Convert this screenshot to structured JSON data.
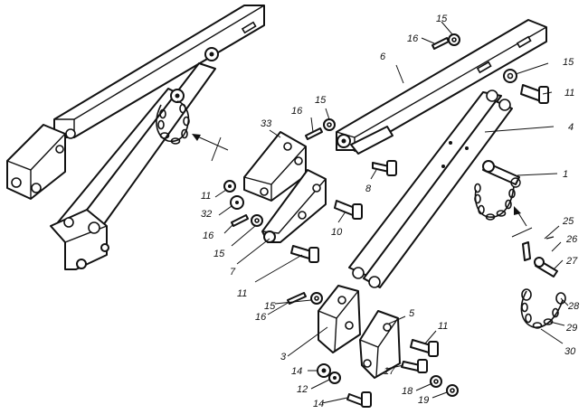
{
  "diagram": {
    "callouts": [
      {
        "id": "c1",
        "text": "1"
      },
      {
        "id": "c3",
        "text": "3"
      },
      {
        "id": "c4",
        "text": "4"
      },
      {
        "id": "c5",
        "text": "5"
      },
      {
        "id": "c6",
        "text": "6"
      },
      {
        "id": "c7",
        "text": "7"
      },
      {
        "id": "c8",
        "text": "8"
      },
      {
        "id": "c10",
        "text": "10"
      },
      {
        "id": "c11a",
        "text": "11"
      },
      {
        "id": "c11b",
        "text": "11"
      },
      {
        "id": "c11c",
        "text": "11"
      },
      {
        "id": "c11d",
        "text": "11"
      },
      {
        "id": "c12",
        "text": "12"
      },
      {
        "id": "c14a",
        "text": "14"
      },
      {
        "id": "c14b",
        "text": "14"
      },
      {
        "id": "c15a",
        "text": "15"
      },
      {
        "id": "c15b",
        "text": "15"
      },
      {
        "id": "c15c",
        "text": "15"
      },
      {
        "id": "c15d",
        "text": "15"
      },
      {
        "id": "c15e",
        "text": "15"
      },
      {
        "id": "c16a",
        "text": "16"
      },
      {
        "id": "c16b",
        "text": "16"
      },
      {
        "id": "c16c",
        "text": "16"
      },
      {
        "id": "c16d",
        "text": "16"
      },
      {
        "id": "c17",
        "text": "17"
      },
      {
        "id": "c18",
        "text": "18"
      },
      {
        "id": "c19",
        "text": "19"
      },
      {
        "id": "c25",
        "text": "25"
      },
      {
        "id": "c26",
        "text": "26"
      },
      {
        "id": "c27",
        "text": "27"
      },
      {
        "id": "c28",
        "text": "28"
      },
      {
        "id": "c29",
        "text": "29"
      },
      {
        "id": "c30",
        "text": "30"
      },
      {
        "id": "c32",
        "text": "32"
      },
      {
        "id": "c33",
        "text": "33"
      }
    ]
  }
}
